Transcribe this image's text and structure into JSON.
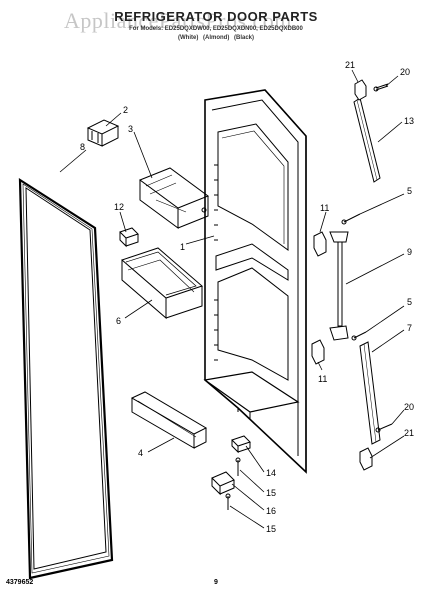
{
  "header": {
    "title": "REFRIGERATOR DOOR PARTS",
    "subtitle": "For Models: ED25DQXDW00, ED25DQXDN00, ED25DQXDB00",
    "variants": "(White) (Almond) (Black)",
    "watermark": "AppliancePartsPros.com"
  },
  "footer": {
    "doc_number": "4379652",
    "page_number": "9"
  },
  "callouts": {
    "c1": "1",
    "c2": "2",
    "c3": "3",
    "c4": "4",
    "c5a": "5",
    "c5b": "5",
    "c6": "6",
    "c7": "7",
    "c8": "8",
    "c9": "9",
    "c11a": "11",
    "c11b": "11",
    "c12": "12",
    "c13": "13",
    "c14": "14",
    "c15": "15",
    "c16": "16",
    "c20a": "20",
    "c20b": "20",
    "c21a": "21",
    "c21b": "21"
  },
  "colors": {
    "line": "#000000",
    "watermark": "#bdbdbd"
  }
}
